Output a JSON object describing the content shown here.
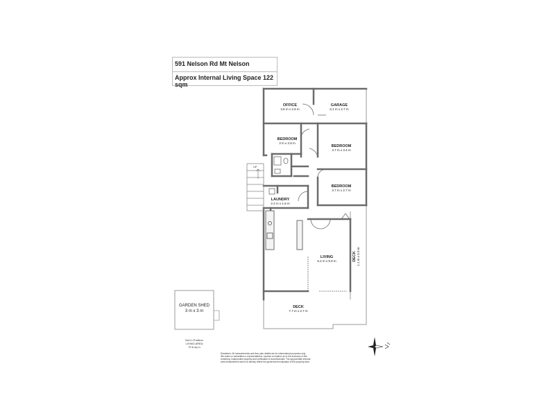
{
  "header": {
    "address": "591 Nelson Rd Mt Nelson",
    "living_space": "Approx Internal Living Space 122 sqm"
  },
  "rooms": {
    "office": {
      "name": "OFFICE",
      "dims": "3.6 m x 2.6 m"
    },
    "garage": {
      "name": "GARAGE",
      "dims": "6.1 m x 2.7 m"
    },
    "bedroom1": {
      "name": "BEDROOM",
      "dims": "3 m x 2.8 m"
    },
    "bedroom2": {
      "name": "BEDROOM",
      "dims": "3.7 m x 3.4 m"
    },
    "bedroom3": {
      "name": "BEDROOM",
      "dims": "3.7 m x 2.7 m"
    },
    "laundry": {
      "name": "LAUNDRY",
      "dims": "2.2 m x 1.6 m"
    },
    "living": {
      "name": "LIVING",
      "dims": "6.4 m x 5.9 m"
    },
    "deck_side": {
      "name": "DECK",
      "dims": "1.1 m x 5.9 m"
    },
    "deck_main": {
      "name": "DECK",
      "dims": "7.7 m x 2.7 m"
    }
  },
  "stair_label": "UP",
  "garden_shed": {
    "name": "GARDEN SHED",
    "dims": "3 m x 3 m"
  },
  "not_in_position": {
    "line1": "Not in Position",
    "line2": "LIVING AREA",
    "line3": "70.8 sq m"
  },
  "disclaimer": {
    "line1": "Disclaimer: All measurements and floor plan details are for informational purposes only.",
    "line2": "We make no warranties or representations, express or implied, as to the accuracy of this",
    "line3": "rendering. Independent property and verification is recommended. The approximate internal",
    "line4": "area measurement does not directly reflect the government evaluation of the property area."
  },
  "colors": {
    "wall": "#6b6b6b",
    "outline": "#9a9a9a",
    "ink": "#222222"
  },
  "icons": {
    "compass": "north-arrow-icon"
  }
}
